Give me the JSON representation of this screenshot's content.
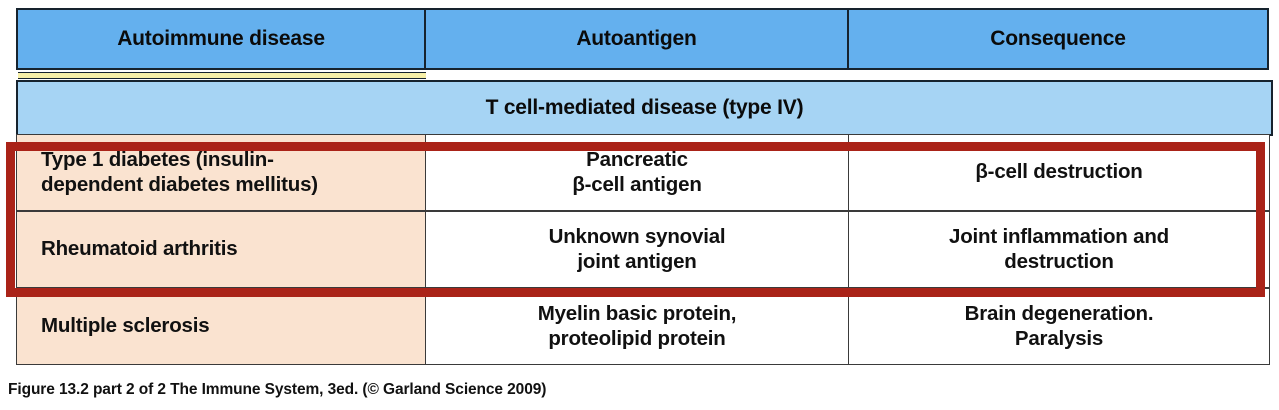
{
  "figure": {
    "caption": "Figure 13.2 part 2 of 2  The Immune System, 3ed. (© Garland Science 2009)"
  },
  "colors": {
    "header_blue": "#64B0EE",
    "subheader_blue": "#A6D4F4",
    "first_column_peach": "#FAE3D0",
    "annotation_red": "#AA2318",
    "separator_yellow": "#F7F0A8",
    "cell_white": "#FFFFFF",
    "text_black": "#111111",
    "border_dark": "#16232E"
  },
  "table": {
    "columns": [
      {
        "label": "Autoimmune disease"
      },
      {
        "label": "Autoantigen"
      },
      {
        "label": "Consequence"
      }
    ],
    "section_header": "T cell-mediated disease (type IV)",
    "rows": [
      {
        "disease": "Type 1 diabetes (insulin-dependent diabetes mellitus)",
        "disease_lines": [
          "Type 1 diabetes (insulin-",
          "dependent diabetes mellitus)"
        ],
        "autoantigen_lines": [
          "Pancreatic",
          "β-cell antigen"
        ],
        "consequence_lines": [
          "β-cell destruction"
        ],
        "highlighted": true
      },
      {
        "disease": "Rheumatoid arthritis",
        "disease_lines": [
          "Rheumatoid arthritis"
        ],
        "autoantigen_lines": [
          "Unknown synovial",
          "joint antigen"
        ],
        "consequence_lines": [
          "Joint inflammation and",
          "destruction"
        ],
        "highlighted": true
      },
      {
        "disease": "Multiple sclerosis",
        "disease_lines": [
          "Multiple sclerosis"
        ],
        "autoantigen_lines": [
          "Myelin basic protein,",
          "proteolipid protein"
        ],
        "consequence_lines": [
          "Brain degeneration.",
          "Paralysis"
        ],
        "highlighted": false
      }
    ]
  },
  "annotation": {
    "type": "red-rectangle-highlight",
    "covers_rows": [
      "Type 1 diabetes (insulin-dependent diabetes mellitus)",
      "Rheumatoid arthritis"
    ]
  }
}
